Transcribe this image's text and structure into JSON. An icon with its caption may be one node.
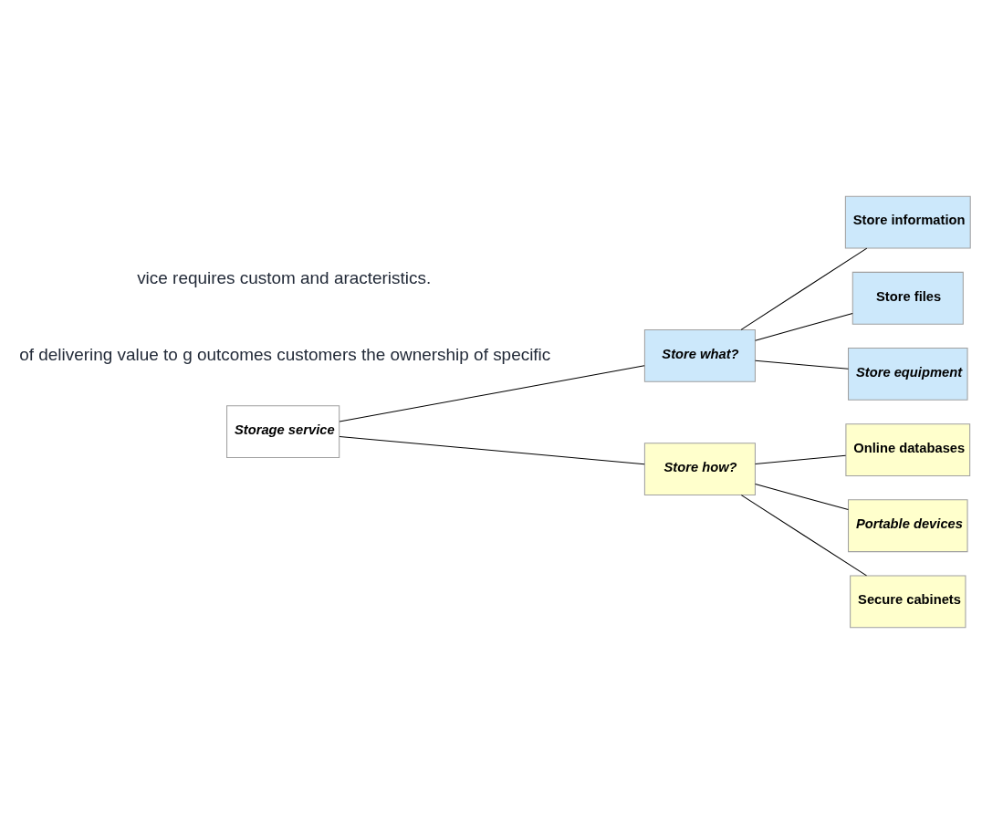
{
  "diagram": {
    "nodes": [
      {
        "text": [
          "Storage service"
        ]
      },
      {
        "text": [
          "Store what?"
        ]
      },
      {
        "text": [
          "Store how?"
        ]
      },
      {
        "text": [
          "Store information"
        ]
      },
      {
        "text": [
          "Store files"
        ]
      },
      {
        "text": [
          "Store equipment"
        ]
      },
      {
        "text": [
          "Online databases"
        ]
      },
      {
        "text": [
          "Portable devices"
        ]
      },
      {
        "text": [
          "Secure cabinets"
        ]
      }
    ],
    "edges": [
      {
        "from": 0,
        "to": 1,
        "arrow": "none"
      },
      {
        "from": 0,
        "to": 2,
        "arrow": "none"
      },
      {
        "from": 1,
        "to": 3,
        "arrow": "none"
      },
      {
        "from": 1,
        "to": 4,
        "arrow": "none"
      },
      {
        "from": 1,
        "to": 5,
        "arrow": "none"
      },
      {
        "from": 2,
        "to": 6,
        "arrow": "none"
      },
      {
        "from": 2,
        "to": 7,
        "arrow": "none"
      },
      {
        "from": 2,
        "to": 8,
        "arrow": "none"
      }
    ],
    "labels": [
      "of delivering value to g outcomes customers the ownership of specific",
      "vice requires custom and aracteristics."
    ]
  }
}
